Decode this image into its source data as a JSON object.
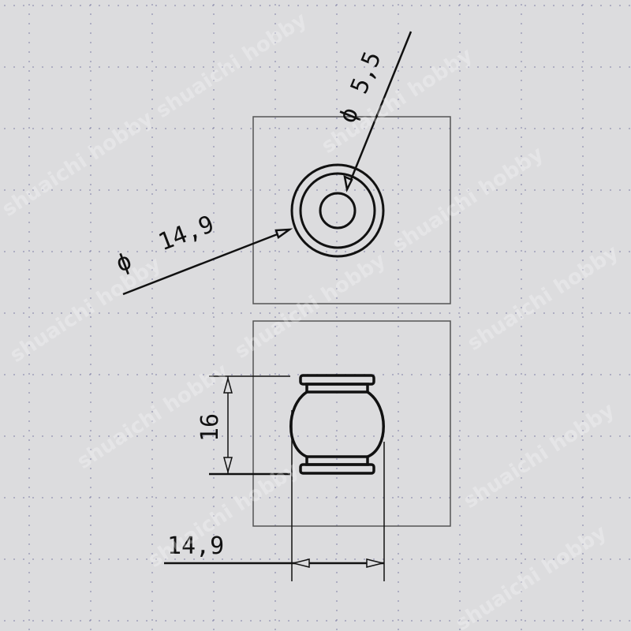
{
  "drawing": {
    "background_color": "#dcdcde",
    "line_color": "#111111",
    "grid_dot_color": "#6e6e9a",
    "top_view": {
      "label_outer_diameter": "ϕ 14,9",
      "outer_symbol": "ϕ",
      "outer_value": "14,9",
      "label_inner_diameter": "ϕ 5,5",
      "inner_symbol": "ϕ",
      "inner_value": "5,5"
    },
    "side_view": {
      "height_label": "16",
      "width_label": "14,9"
    },
    "watermark": {
      "text": "shuaichi hobby"
    }
  }
}
